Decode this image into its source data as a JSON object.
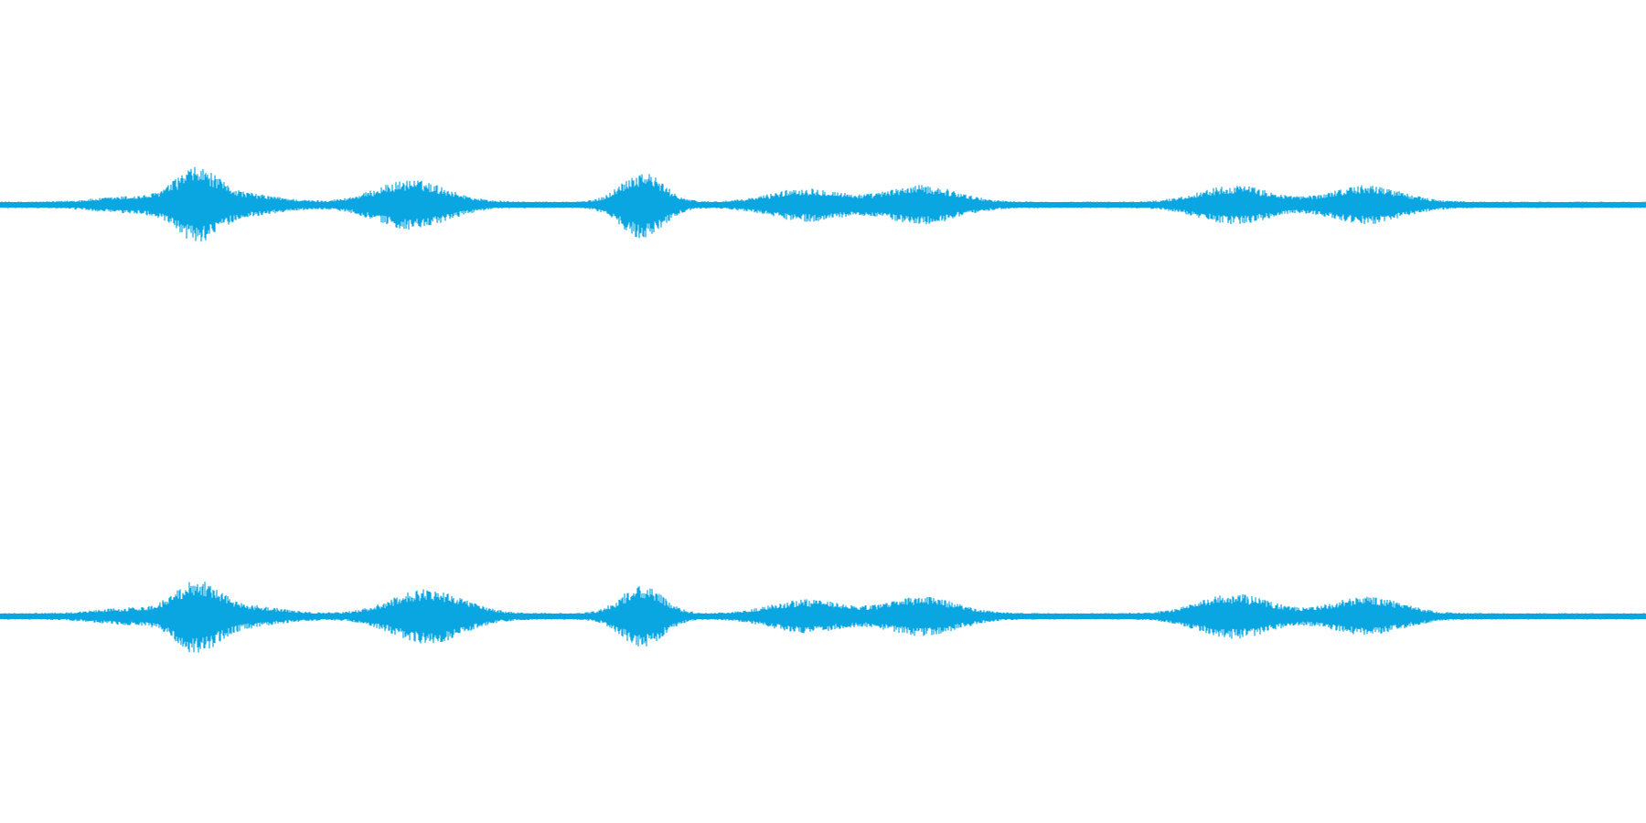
{
  "waveform": {
    "color": "#0aa6e2",
    "background": "#ffffff",
    "channels": [
      {
        "name": "left",
        "envelope_peaks": [
          {
            "t": 0.08,
            "amp": 0.1
          },
          {
            "t": 0.119,
            "amp": 0.55
          },
          {
            "t": 0.147,
            "amp": 0.15
          },
          {
            "t": 0.25,
            "amp": 0.4
          },
          {
            "t": 0.39,
            "amp": 0.55
          },
          {
            "t": 0.49,
            "amp": 0.25
          },
          {
            "t": 0.56,
            "amp": 0.3
          },
          {
            "t": 0.75,
            "amp": 0.3
          },
          {
            "t": 0.83,
            "amp": 0.3
          }
        ]
      },
      {
        "name": "right",
        "envelope_peaks": [
          {
            "t": 0.08,
            "amp": 0.1
          },
          {
            "t": 0.119,
            "amp": 0.55
          },
          {
            "t": 0.147,
            "amp": 0.15
          },
          {
            "t": 0.26,
            "amp": 0.45
          },
          {
            "t": 0.39,
            "amp": 0.5
          },
          {
            "t": 0.49,
            "amp": 0.25
          },
          {
            "t": 0.56,
            "amp": 0.3
          },
          {
            "t": 0.75,
            "amp": 0.35
          },
          {
            "t": 0.83,
            "amp": 0.3
          }
        ]
      }
    ]
  }
}
